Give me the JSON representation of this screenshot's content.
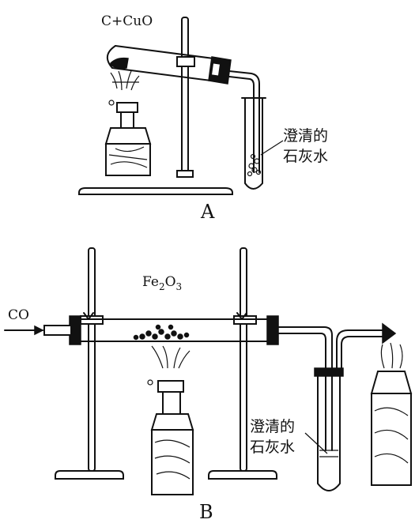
{
  "setup_a": {
    "reactant_label": "C+CuO",
    "solution_label_line1": "澄清的",
    "solution_label_line2": "石灰水",
    "caption": "A"
  },
  "setup_b": {
    "gas_label": "CO",
    "reactant_label_base": "Fe",
    "reactant_sub1": "2",
    "reactant_mid": "O",
    "reactant_sub2": "3",
    "solution_label_line1": "澄清的",
    "solution_label_line2": "石灰水",
    "caption": "B"
  }
}
